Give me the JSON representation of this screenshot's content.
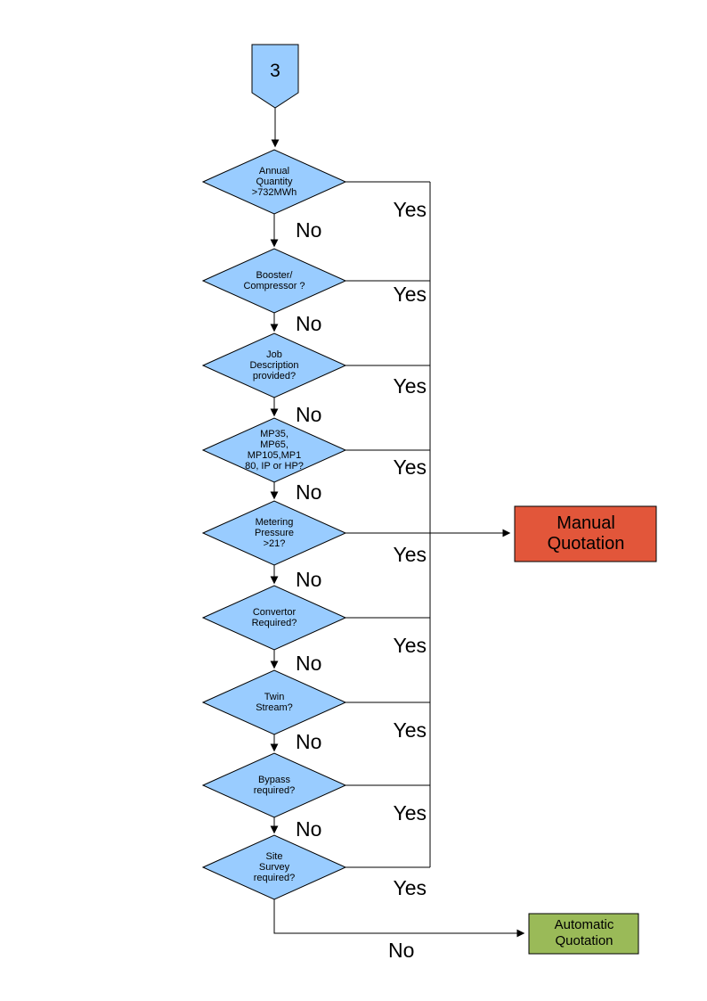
{
  "colors": {
    "node_fill": "#99CCFF",
    "node_border": "#000000",
    "line": "#000000",
    "manual_fill": "#E2563A",
    "automatic_fill": "#9ABA58"
  },
  "connector": {
    "label": "3"
  },
  "decisions": [
    {
      "label": "Annual Quantity >732MWh",
      "yes_label": "Yes",
      "no_label": "No"
    },
    {
      "label": "Booster/ Compressor ?",
      "yes_label": "Yes",
      "no_label": "No"
    },
    {
      "label": "Job Description provided?",
      "yes_label": "Yes",
      "no_label": "No"
    },
    {
      "label": "MP35, MP65, MP105,MP180, IP or HP?",
      "yes_label": "Yes",
      "no_label": "No"
    },
    {
      "label": "Metering Pressure >21?",
      "yes_label": "Yes",
      "no_label": "No"
    },
    {
      "label": "Convertor Required?",
      "yes_label": "Yes",
      "no_label": "No"
    },
    {
      "label": "Twin Stream?",
      "yes_label": "Yes",
      "no_label": "No"
    },
    {
      "label": "Bypass required?",
      "yes_label": "Yes",
      "no_label": "No"
    },
    {
      "label": "Site Survey required?",
      "yes_label": "Yes",
      "no_label": "No"
    }
  ],
  "outcomes": {
    "manual": {
      "label": "Manual Quotation"
    },
    "automatic": {
      "label": "Automatic Quotation"
    }
  }
}
